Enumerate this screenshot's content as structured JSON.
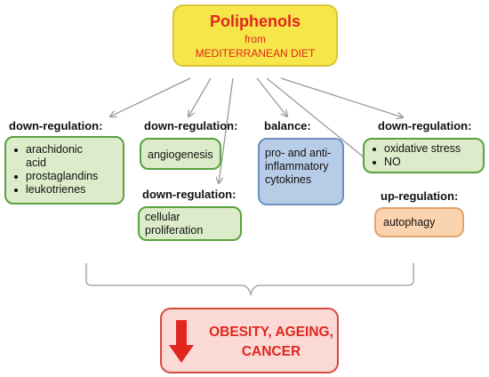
{
  "title": {
    "main": "Poliphenols",
    "line2": "from",
    "line3": "MEDITERRANEAN DIET"
  },
  "groups": {
    "lipid": {
      "heading": "down-regulation:",
      "items": [
        "arachidonic",
        "acid",
        "prostaglandins",
        "leukotrienes"
      ]
    },
    "angio": {
      "heading": "down-regulation:",
      "text": "angiogenesis"
    },
    "prolif": {
      "heading": "down-regulation:",
      "line1": "cellular",
      "line2": "proliferation"
    },
    "balance": {
      "heading": "balance:",
      "line1": "pro- and anti-",
      "line2": "inflammatory",
      "line3": "cytokines"
    },
    "oxid": {
      "heading": "down-regulation:",
      "items": [
        "oxidative stress",
        "NO"
      ]
    },
    "auto": {
      "heading": "up-regulation:",
      "text": "autophagy"
    }
  },
  "outcome": {
    "line1": "OBESITY, AGEING,",
    "line2": "CANCER"
  },
  "colors": {
    "title_fill": "#f6e649",
    "title_text": "#e0261e",
    "green_fill": "#dcebc9",
    "green_border": "#5aa140",
    "blue_fill": "#b7cce6",
    "orange_fill": "#fbd3ae",
    "outcome_fill": "#fbd9d5",
    "outcome_border": "#d9473d",
    "arrow": "#e0261e"
  }
}
